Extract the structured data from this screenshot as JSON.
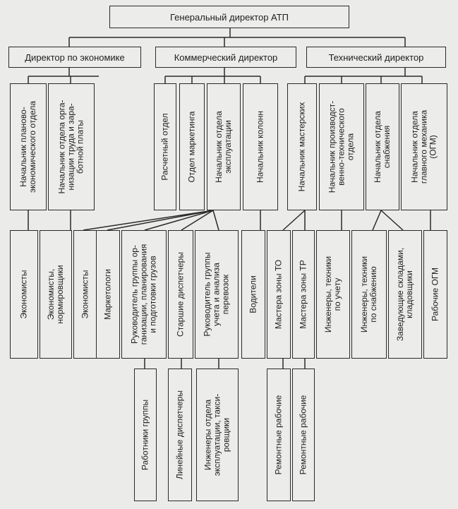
{
  "root": "Генеральный директор АТП",
  "directors": {
    "economy": "Директор по экономике",
    "commercial": "Коммерческий директор",
    "technical": "Технический директор"
  },
  "heads": {
    "plan": [
      "Начальник планово-",
      "экономического отдела"
    ],
    "labor": [
      "Начальник отдела орга-",
      "низации труда и зара-",
      "ботной платы"
    ],
    "accounting": [
      "Расчетный отдел"
    ],
    "marketing": [
      "Отдел маркетинга"
    ],
    "exploitation": [
      "Начальник отдела",
      "эксплуатации"
    ],
    "columns": [
      "Начальник колонн"
    ],
    "workshops": [
      "Начальник мастерских"
    ],
    "production": [
      "Начальник производст-",
      "венно-технического",
      "отдела"
    ],
    "supply": [
      "Начальник отдела",
      "снабжения"
    ],
    "mechanic": [
      "Начальник отдела",
      "главного механика",
      "(ОГМ)"
    ]
  },
  "staff": {
    "economists1": [
      "Экономисты"
    ],
    "economists_norm": [
      "Экономисты,",
      "нормировщики"
    ],
    "economists2": [
      "Экономисты"
    ],
    "marketers": [
      "Маркетологи"
    ],
    "group_leaders": [
      "Руководитель группы ор-",
      "ганизации, планирования",
      "и подготовки грузов"
    ],
    "senior_dispatchers": [
      "Старшие диспетчеры"
    ],
    "accounting_leader": [
      "Руководитель группы",
      "учета и анализа",
      "перевозок"
    ],
    "drivers": [
      "Водители"
    ],
    "masters_to": [
      "Мастера зоны ТО"
    ],
    "masters_tr": [
      "Мастера зоны ТР"
    ],
    "engineers_acc": [
      "Инженеры, техники",
      "по учету"
    ],
    "engineers_sup": [
      "Инженеры, техники",
      "по снабжению"
    ],
    "warehouse": [
      "Заведующие складами,",
      "кладовщики"
    ],
    "ogm_workers": [
      "Рабочие ОГМ"
    ]
  },
  "bottom": {
    "group_workers": [
      "Работники группы"
    ],
    "line_dispatchers": [
      "Линейные диспетчеры"
    ],
    "engineers_exp": [
      "Инженеры отдела",
      "эксплуатации, такси-",
      "ровщики"
    ],
    "repair1": [
      "Ремонтные рабочие"
    ],
    "repair2": [
      "Ремонтные рабочие"
    ]
  }
}
